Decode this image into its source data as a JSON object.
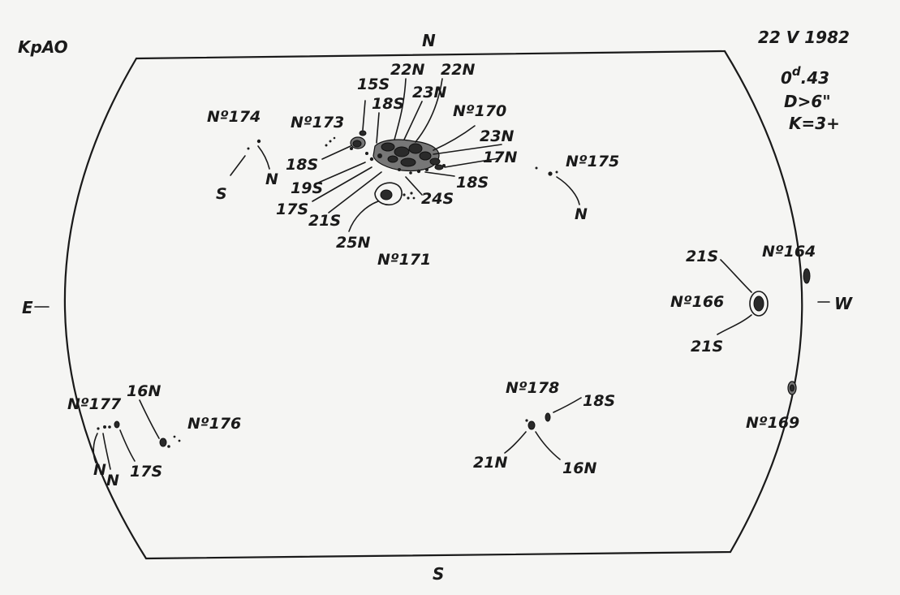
{
  "header": {
    "observatory": "KpAO",
    "date": "22 V 1982",
    "time_main": "0",
    "time_sup": "d",
    "time_rest": ".43",
    "d_value": "D>6\"",
    "k_value": "K=3+"
  },
  "directions": {
    "north": "N",
    "south": "S",
    "east": "E",
    "west": "W"
  },
  "groups": {
    "g170": "Nº170",
    "g171": "Nº171",
    "g173": "Nº173",
    "g174": "Nº174",
    "g175": "Nº175",
    "g164": "Nº164",
    "g166": "Nº166",
    "g169": "Nº169",
    "g176": "Nº176",
    "g177": "Nº177",
    "g178": "Nº178"
  },
  "labels": {
    "l15s": "15S",
    "l18s_top": "18S",
    "l22n_a": "22N",
    "l22n_b": "22N",
    "l23n_top": "23N",
    "l23n_r": "23N",
    "l17n": "17N",
    "l18s_r": "18S",
    "l24s": "24S",
    "l25n": "25N",
    "l18s_l": "18S",
    "l19s": "19S",
    "l17s_l": "17S",
    "l21s_l": "21S",
    "l174_s": "S",
    "l174_n": "N",
    "l175_n": "N",
    "l166_top": "21S",
    "l166_bot": "21S",
    "l176_16n": "16N",
    "l177_n1": "N",
    "l177_n2": "N",
    "l177_17s": "17S",
    "l178_18s": "18S",
    "l178_21n": "21N",
    "l178_16n": "16N"
  }
}
